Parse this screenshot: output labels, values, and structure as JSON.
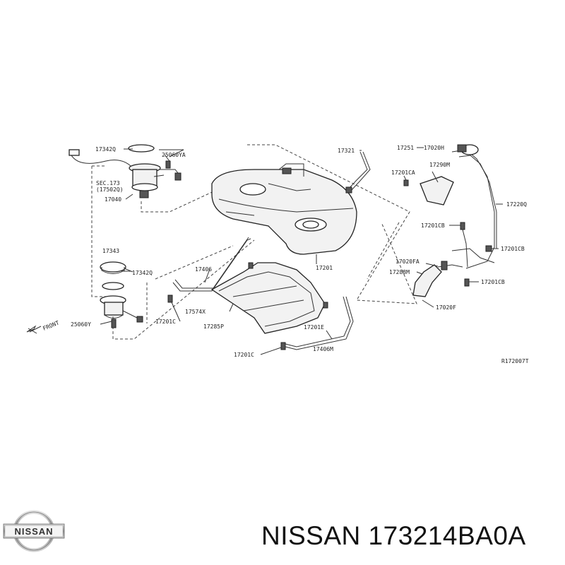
{
  "diagram": {
    "front_label": "FRONT",
    "ref_code": "R172007T",
    "labels": {
      "p17342q_top": "17342Q",
      "p25060ya": "25060YA",
      "sec173": "SEC.173",
      "p17502q": "(17502Q)",
      "p17040": "17040",
      "p17343": "17343",
      "p17342q_mid": "17342Q",
      "p25060y": "25060Y",
      "p17406": "17406",
      "p17574x": "17574X",
      "p17285p": "17285P",
      "p17201c_left": "17201C",
      "p17201c_bottom": "17201C",
      "p17201e": "17201E",
      "p17406m": "17406M",
      "p17201": "17201",
      "p17321": "17321",
      "p17251": "17251",
      "p17020h": "17020H",
      "p17201ca": "17201CA",
      "p17290m": "17290M",
      "p17220q": "17220Q",
      "p17201cb_1": "17201CB",
      "p17201cb_2": "17201CB",
      "p17201cb_3": "17201CB",
      "p17020fa": "17020FA",
      "p17288m": "17288M",
      "p17020f": "17020F"
    }
  },
  "logo_text": "NISSAN",
  "footer": {
    "brand": "NISSAN",
    "part_number": "173214BA0A"
  }
}
